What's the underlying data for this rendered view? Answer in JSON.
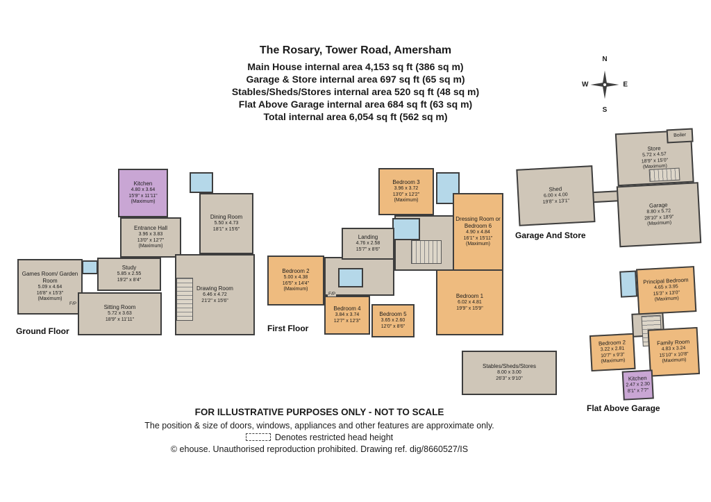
{
  "header": {
    "title": "The Rosary, Tower Road, Amersham",
    "area_lines": [
      "Main House internal area 4,153 sq ft (386 sq m)",
      "Garage & Store internal area 697 sq ft (65 sq m)",
      "Stables/Sheds/Stores internal area 520 sq ft (48 sq m)",
      "Flat Above Garage internal area 684 sq ft (63 sq m)",
      "Total internal area 6,054 sq ft (562 sq m)"
    ]
  },
  "compass": {
    "north": "N",
    "east": "E",
    "south": "S",
    "west": "W"
  },
  "labels": {
    "fireplace": "F/P",
    "boiler": "Boiler"
  },
  "floors": {
    "ground": {
      "label": "Ground Floor",
      "rooms": [
        {
          "name": "Kitchen",
          "dims_m": "4.80 x 3.64",
          "dims_ft": "15'9\" x 11'11\"",
          "note": "(Maximum)"
        },
        {
          "name": "Entrance Hall",
          "dims_m": "3.96 x 3.83",
          "dims_ft": "13'0\" x 12'7\"",
          "note": "(Maximum)"
        },
        {
          "name": "Dining Room",
          "dims_m": "5.50 x 4.73",
          "dims_ft": "18'1\" x 15'6\""
        },
        {
          "name": "Study",
          "dims_m": "5.85 x 2.55",
          "dims_ft": "19'2\" x 8'4\""
        },
        {
          "name": "Games Room/ Garden Room",
          "dims_m": "5.09 x 4.64",
          "dims_ft": "16'8\" x 15'3\"",
          "note": "(Maximum)"
        },
        {
          "name": "Sitting Room",
          "dims_m": "5.72 x 3.63",
          "dims_ft": "18'9\" x 11'11\""
        },
        {
          "name": "Drawing Room",
          "dims_m": "6.46 x 4.72",
          "dims_ft": "21'2\" x 15'6\""
        }
      ]
    },
    "first": {
      "label": "First Floor",
      "rooms": [
        {
          "name": "Bedroom 3",
          "dims_m": "3.96 x 3.72",
          "dims_ft": "13'0\" x 12'2\"",
          "note": "(Maximum)"
        },
        {
          "name": "Dressing Room or Bedroom 6",
          "dims_m": "4.90 x 4.84",
          "dims_ft": "16'1\" x 15'11\"",
          "note": "(Maximum)"
        },
        {
          "name": "Landing",
          "dims_m": "4.76 x 2.58",
          "dims_ft": "15'7\" x 8'6\""
        },
        {
          "name": "Bedroom 2",
          "dims_m": "5.00 x 4.38",
          "dims_ft": "16'5\" x 14'4\"",
          "note": "(Maximum)"
        },
        {
          "name": "Bedroom 4",
          "dims_m": "3.84 x 3.74",
          "dims_ft": "12'7\" x 12'3\""
        },
        {
          "name": "Bedroom 5",
          "dims_m": "3.65 x 2.60",
          "dims_ft": "12'0\" x 8'6\""
        },
        {
          "name": "Bedroom 1",
          "dims_m": "6.02 x 4.81",
          "dims_ft": "19'9\" x 15'9\""
        }
      ]
    },
    "garage": {
      "label": "Garage And Store",
      "rooms": [
        {
          "name": "Shed",
          "dims_m": "6.00 x 4.00",
          "dims_ft": "19'8\" x 13'1\""
        },
        {
          "name": "Store",
          "dims_m": "5.72 x 4.57",
          "dims_ft": "18'9\" x 15'0\"",
          "note": "(Maximum)"
        },
        {
          "name": "Garage",
          "dims_m": "8.80 x 5.72",
          "dims_ft": "28'10\" x 18'9\"",
          "note": "(Maximum)"
        }
      ]
    },
    "flat": {
      "label": "Flat Above Garage",
      "rooms": [
        {
          "name": "Principal Bedroom",
          "dims_m": "4.65 x 3.95",
          "dims_ft": "15'3\" x 13'0\"",
          "note": "(Maximum)"
        },
        {
          "name": "Bedroom 2",
          "dims_m": "3.22 x 2.81",
          "dims_ft": "10'7\" x 9'3\"",
          "note": "(Maximum)"
        },
        {
          "name": "Family Room",
          "dims_m": "4.83 x 3.24",
          "dims_ft": "15'10\" x 10'8\"",
          "note": "(Maximum)"
        },
        {
          "name": "Kitchen",
          "dims_m": "2.47 x 2.30",
          "dims_ft": "8'1\" x 7'7\""
        }
      ]
    },
    "stables": {
      "rooms": [
        {
          "name": "Stables/Sheds/Stores",
          "dims_m": "8.00 x 3.00",
          "dims_ft": "26'3\" x 9'10\""
        }
      ]
    }
  },
  "footer": {
    "line1": "FOR ILLUSTRATIVE PURPOSES ONLY - NOT TO SCALE",
    "line2": "The position & size of doors, windows, appliances and other features are approximate only.",
    "restricted": "Denotes restricted head height",
    "copyright": "© ehouse. Unauthorised reproduction prohibited. Drawing ref. dig/8660527/IS"
  },
  "colors": {
    "room": "#cfc6b8",
    "bedroom": "#eebb7f",
    "kitchen": "#c9a6d4",
    "bathroom": "#b5d8e9",
    "wall": "#3d3d3d"
  }
}
